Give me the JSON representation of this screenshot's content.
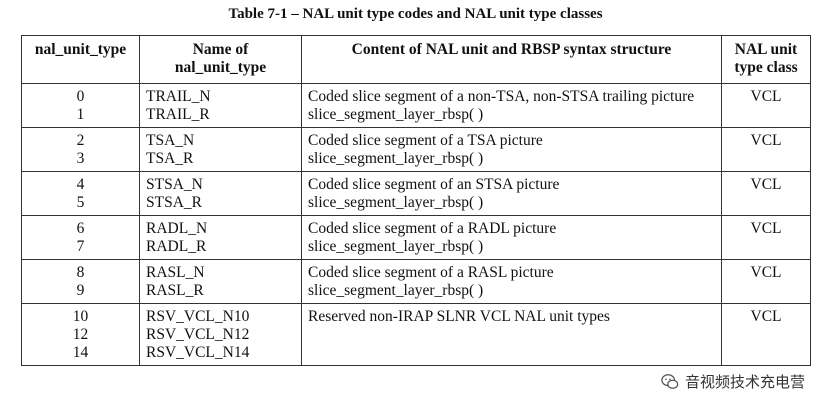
{
  "title": "Table 7-1 – NAL unit type codes and NAL unit type classes",
  "headers": [
    "nal_unit_type",
    "Name of\nnal_unit_type",
    "Content of NAL unit and RBSP syntax structure",
    "NAL unit\ntype class"
  ],
  "rows": [
    {
      "types": [
        "0",
        "1"
      ],
      "names": [
        "TRAIL_N",
        "TRAIL_R"
      ],
      "content": [
        "Coded slice segment of a non-TSA, non-STSA trailing picture",
        "slice_segment_layer_rbsp( )"
      ],
      "class": "VCL"
    },
    {
      "types": [
        "2",
        "3"
      ],
      "names": [
        "TSA_N",
        "TSA_R"
      ],
      "content": [
        "Coded slice segment of a TSA picture",
        "slice_segment_layer_rbsp( )"
      ],
      "class": "VCL"
    },
    {
      "types": [
        "4",
        "5"
      ],
      "names": [
        "STSA_N",
        "STSA_R"
      ],
      "content": [
        "Coded slice segment of an STSA picture",
        "slice_segment_layer_rbsp( )"
      ],
      "class": "VCL"
    },
    {
      "types": [
        "6",
        "7"
      ],
      "names": [
        "RADL_N",
        "RADL_R"
      ],
      "content": [
        "Coded slice segment of a RADL picture",
        "slice_segment_layer_rbsp( )"
      ],
      "class": "VCL"
    },
    {
      "types": [
        "8",
        "9"
      ],
      "names": [
        "RASL_N",
        "RASL_R"
      ],
      "content": [
        "Coded slice segment of a RASL picture",
        "slice_segment_layer_rbsp( )"
      ],
      "class": "VCL"
    },
    {
      "types": [
        "10",
        "12",
        "14"
      ],
      "names": [
        "RSV_VCL_N10",
        "RSV_VCL_N12",
        "RSV_VCL_N14"
      ],
      "content": [
        "Reserved non-IRAP SLNR VCL NAL unit types"
      ],
      "class": "VCL"
    }
  ],
  "watermark": {
    "icon": "wechat-icon",
    "text": "音视频技术充电营"
  }
}
